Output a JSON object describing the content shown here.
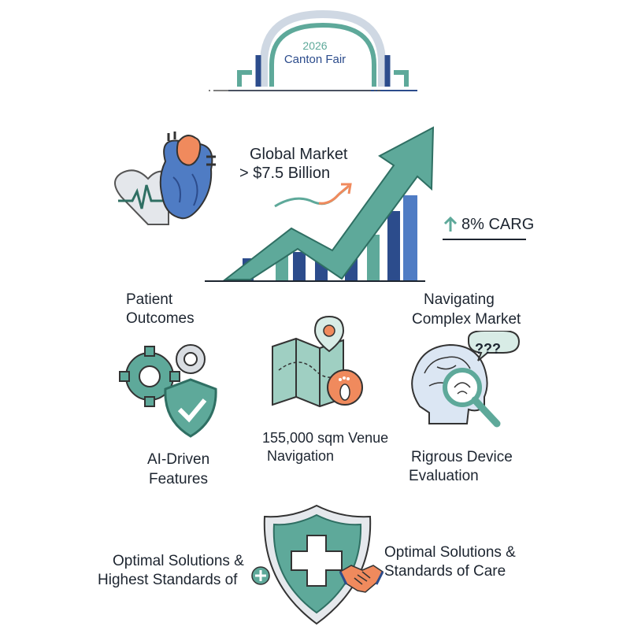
{
  "header": {
    "year": "2026",
    "event": "Canton Fair"
  },
  "market": {
    "title": "Global Market",
    "value": "> $7.5 Billion",
    "growth_label": "8% CARG"
  },
  "labels": {
    "patient_outcomes": [
      "Patient",
      "Outcomes"
    ],
    "navigating": [
      "Navigating",
      "Complex Market"
    ],
    "ai_features": [
      "AI-Driven",
      "Features"
    ],
    "venue": [
      "155,000 sqm Venue",
      "Navigation"
    ],
    "evaluation": [
      "Rigrous Device",
      "Evaluation"
    ],
    "solutions_left": [
      "Optimal Solutions &",
      "Highest Standards of"
    ],
    "solutions_right": [
      "Optimal Solutions &",
      "Standards of Care"
    ],
    "question_marks": "???"
  },
  "colors": {
    "teal": "#5ea99a",
    "teal_dark": "#2f6f63",
    "navy": "#2c4c8c",
    "blue": "#4f7cc4",
    "orange": "#f08a5d",
    "gray": "#d9dde2",
    "ink": "#1d2530"
  },
  "icons": [
    "heart-monitor-icon",
    "rising-arrow-chart-icon",
    "gears-icon",
    "shield-check-icon",
    "map-pin-icon",
    "footprint-icon",
    "brain-magnifier-icon",
    "medical-shield-icon",
    "handshake-icon",
    "small-plus-icon"
  ]
}
